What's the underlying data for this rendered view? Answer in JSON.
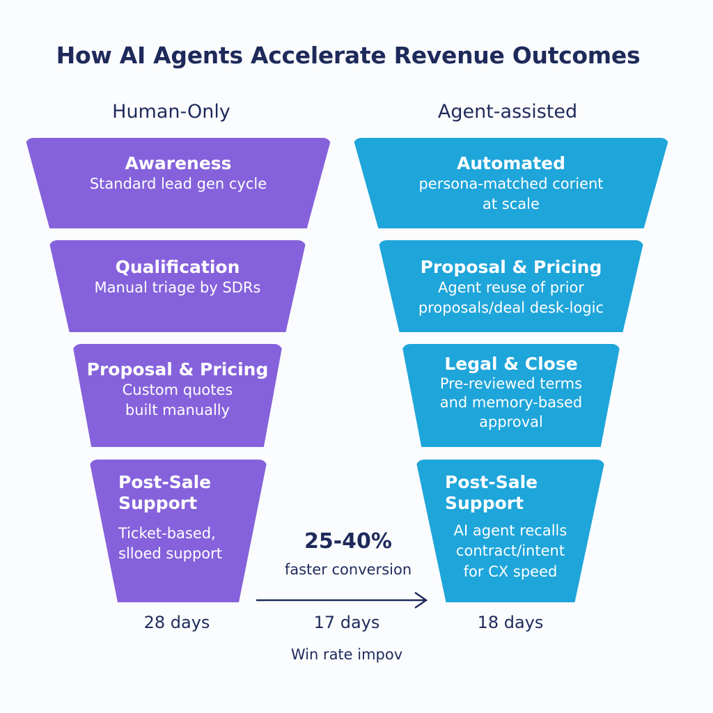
{
  "title": "How AI Agents Accelerate Revenue Outcomes",
  "columns": {
    "left": {
      "heading": "Human-Only",
      "stages": [
        {
          "title": "Awareness",
          "description": "Standard lead gen cycle"
        },
        {
          "title": "Qualification",
          "description": "Manual triage by SDRs"
        },
        {
          "title": "Proposal & Pricing",
          "description": "Custom quotes\nbuilt manually"
        },
        {
          "title": "Post-Sale\nSupport",
          "description": "Ticket-based,\n slloed support"
        }
      ],
      "days": "28 days"
    },
    "right": {
      "heading": "Agent-assisted",
      "stages": [
        {
          "title": "Automated",
          "description": "persona-matched corient\nat scale"
        },
        {
          "title": "Proposal & Pricing",
          "description": "Agent reuse of prior\nproposals/deal desk-logic"
        },
        {
          "title": "Legal & Close",
          "description": "Pre-reviewed terms\nand memory-based\napproval"
        },
        {
          "title": "Post-Sale\nSupport",
          "description": "AI agent recalls\ncontract/intent\nfor CX speed"
        }
      ],
      "days": "18 days"
    }
  },
  "middle": {
    "stat_value": "25-40%",
    "stat_label": "faster conversion",
    "days": "17 days",
    "win_rate": "Win rate impov"
  },
  "colors": {
    "human": "#8562db",
    "agent": "#1ea5da",
    "text_dark": "#1e2a5a"
  },
  "icons": {
    "arrow": "arrow-right-icon"
  }
}
